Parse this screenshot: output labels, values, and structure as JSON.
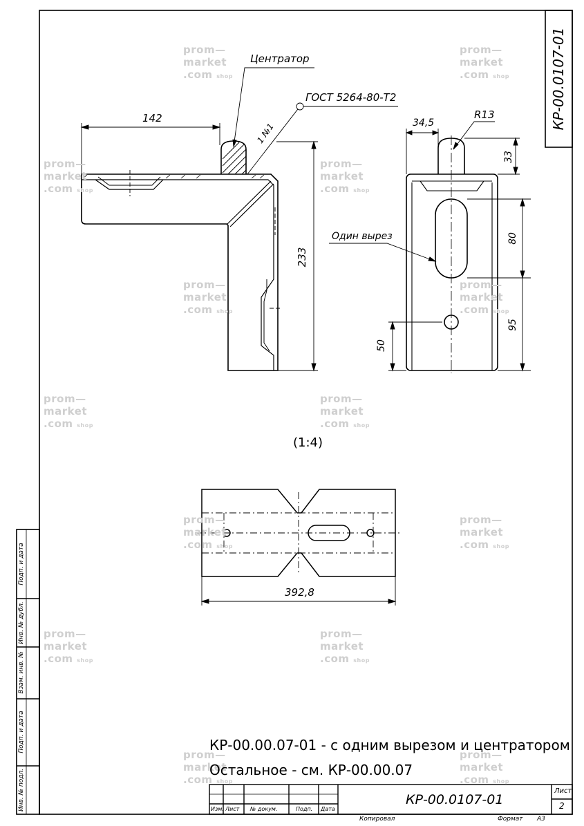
{
  "drawing": {
    "code": "КР-00.0107-01",
    "scale": "(1:4)",
    "sheet_label": "Лист",
    "sheet_number": "2",
    "copied_label": "Копировал",
    "format_label": "Формат",
    "format_value": "А3",
    "notes": [
      "КР-00.00.07-01 - с одним вырезом и центратором",
      "Остальное - см. КР-00.00.07"
    ],
    "callouts": {
      "centrator": "Центратор",
      "gost": "ГОСТ 5264-80-Т2",
      "weld": "1 №1",
      "cutout": "Один вырез"
    },
    "dimensions": {
      "d142": "142",
      "d233": "233",
      "d34_5": "34,5",
      "r13": "R13",
      "d33": "33",
      "d80": "80",
      "d95": "95",
      "d50": "50",
      "d392_8": "392,8"
    },
    "title_block_columns": [
      "Изм.",
      "Лист",
      "№ докум.",
      "Подп.",
      "Дата"
    ],
    "side_fields": [
      "Подп. и дата",
      "Инв. № дубл.",
      "Взам. инв. №",
      "Подп. и дата",
      "Инв. № подл."
    ]
  },
  "watermark": {
    "line1": "prom—",
    "line2": "market",
    "line3": ".com",
    "suffix": "shop"
  }
}
